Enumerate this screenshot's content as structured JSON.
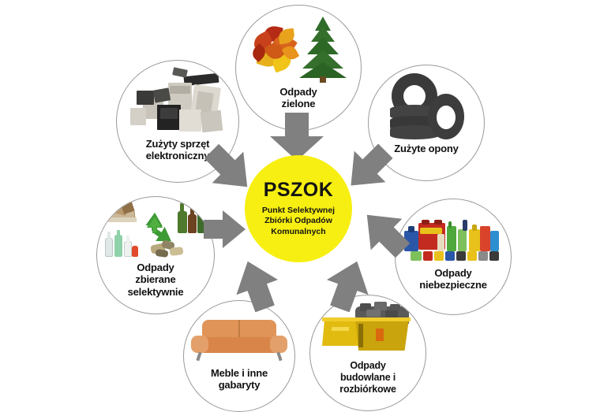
{
  "diagram": {
    "type": "hub-and-spoke",
    "language": "pl",
    "background_color": "#ffffff",
    "arrow_color": "#808080",
    "node_border_color": "#9a9a9a"
  },
  "center": {
    "title": "PSZOK",
    "subtitle": "Punkt Selektywnej\nZbiórki Odpadów\nKomunalnych",
    "fill_color": "#f7ef11",
    "text_color": "#141414"
  },
  "nodes": [
    {
      "id": "odpady-zielone",
      "label": "Odpady\nzielone",
      "image": "autumn-leaves-and-conifer-tree",
      "position": "top"
    },
    {
      "id": "zuzyte-opony",
      "label": "Zużyte opony",
      "image": "stack-of-car-tires",
      "position": "top-right"
    },
    {
      "id": "odpady-niebezpieczne",
      "label": "Odpady\nniebezpieczne",
      "image": "hazardous-chemical-containers-and-batteries",
      "position": "right"
    },
    {
      "id": "odpady-budowlane",
      "label": "Odpady\nbudowlane i\nrozbiórkowe",
      "image": "yellow-skip-container-with-rubble",
      "position": "bottom-right"
    },
    {
      "id": "meble-gabaryty",
      "label": "Meble i inne\ngabaryty",
      "image": "orange-sofa",
      "position": "bottom-left"
    },
    {
      "id": "odpady-selektywne",
      "label": "Odpady\nzbierane\nselektywnie",
      "image": "recycling-symbol-with-paper-glass-plastic-cans",
      "position": "left"
    },
    {
      "id": "zuzyty-sprzet",
      "label": "Zużyty sprzęt\nelektroniczny",
      "image": "pile-of-old-electronic-devices",
      "position": "top-left"
    }
  ],
  "arrows": [
    {
      "id": "arrow-from-zielone",
      "direction": "down",
      "points_to": "center"
    },
    {
      "id": "arrow-from-opony",
      "direction": "down-left",
      "points_to": "center"
    },
    {
      "id": "arrow-from-niebezpieczne",
      "direction": "up-left",
      "points_to": "center"
    },
    {
      "id": "arrow-from-budowlane",
      "direction": "up-left",
      "points_to": "center"
    },
    {
      "id": "arrow-from-meble",
      "direction": "up-right",
      "points_to": "center"
    },
    {
      "id": "arrow-from-selektywne",
      "direction": "right",
      "points_to": "center"
    },
    {
      "id": "arrow-from-sprzet",
      "direction": "down-right",
      "points_to": "center"
    }
  ]
}
